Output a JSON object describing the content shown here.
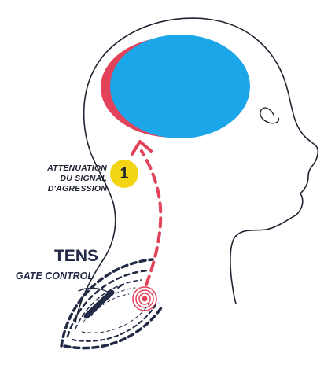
{
  "labels": {
    "attenuation_line_1": "ATTÉNUATION",
    "attenuation_line_2": "DU SIGNAL",
    "attenuation_line_3": "D'AGRESSION",
    "tens_title": "TENS",
    "gate_control": "GATE CONTROL",
    "step_number": "1"
  },
  "colors": {
    "head_outline": "#1f2430",
    "brain_fill": "#1ca6ea",
    "brain_edge": "#e2425a",
    "signal_arrow": "#e2425a",
    "pain_point": "#e2425a",
    "tens_waves": "#222a46",
    "step_badge": "#f2d515"
  }
}
